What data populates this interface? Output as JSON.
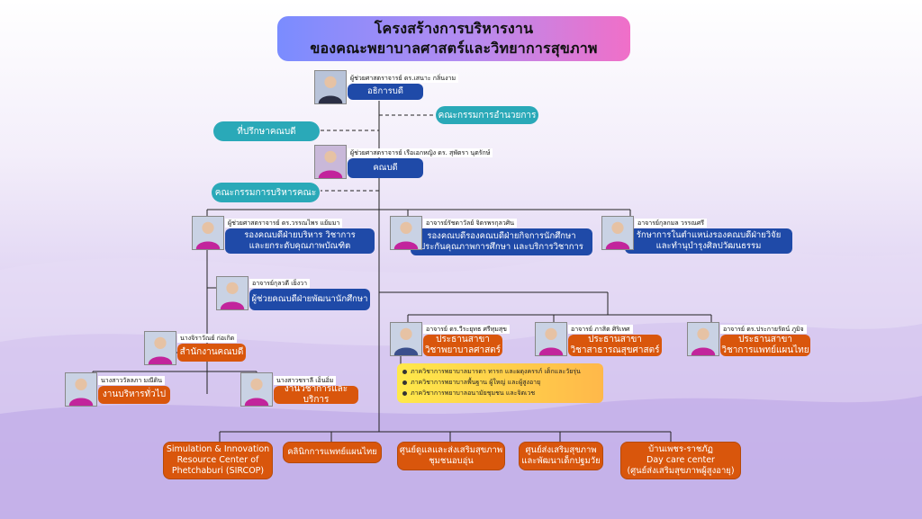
{
  "title": {
    "line1": "โครงสร้างการบริหารงาน",
    "line2": "ของคณะพยาบาลศาสตร์และวิทยาการสุขภาพ"
  },
  "president": {
    "name": "ผู้ช่วยศาสตราจารย์ ดร.เสนาะ กลิ่นงาม",
    "role": "อธิการบดี"
  },
  "university_committee": "คณะกรรมการอำนวยการ",
  "dean_advisor": "ที่ปรึกษาคณบดี",
  "dean": {
    "name": "ผู้ช่วยศาสตราจารย์ เรือเอกหญิง ดร. สุพัตรา นุตรักษ์",
    "role": "คณบดี"
  },
  "faculty_committee": "คณะกรรมการบริหารคณะ",
  "vice_deans": [
    {
      "name": "ผู้ช่วยศาสตราจารย์ ดร.วรรณไพร แย้มมา",
      "role_line1": "รองคณบดีฝ่ายบริหาร วิชาการ",
      "role_line2": "และยกระดับคุณภาพบัณฑิต"
    },
    {
      "name": "อาจารย์รัชดาวัลย์ จิตรพรกุลวศิน",
      "role_line1": "รองคณบดีรองคณบดีฝ่ายกิจการนักศึกษา",
      "role_line2": "ประกันคุณภาพการศึกษา และบริการวิชาการ"
    },
    {
      "name": "อาจารย์กุลกมล วรรณศรี",
      "role_line1": "รักษาการในตำแหน่งรองคณบดีฝ่ายวิจัย",
      "role_line2": "และทำนุบำรุงศิลปวัฒนธรรม"
    }
  ],
  "assistant_dean": {
    "name": "อาจารย์กุลวดี เย็งวา",
    "role": "ผู้ช่วยคณบดีฝ่ายพัฒนานักศึกษา"
  },
  "office_head": {
    "name": "นางจิราวัณย์ ก่อเกิด",
    "role": "สำนักงานคณบดี"
  },
  "general_admin": {
    "name": "นางสาววัลลภา มณีดิน",
    "role": "งานบริหารทั่วไป"
  },
  "academic_service": {
    "name": "นางสาวชราลี เอ็นอิ่ม",
    "role": "งานวิชาการและบริการ"
  },
  "program_chairs": [
    {
      "name": "อาจารย์ ดร.วีระยุทธ ศรีทุมสุข",
      "role_line1": "ประธานสาขา",
      "role_line2": "วิชาพยาบาลศาสตร์"
    },
    {
      "name": "อาจารย์ ภาสิต ศิริเทศ",
      "role_line1": "ประธานสาขา",
      "role_line2": "วิชาสาธารณสุขศาสตร์"
    },
    {
      "name": "อาจารย์ ดร.ประกายรัตน์ ภูมิจ",
      "role_line1": "ประธานสาขา",
      "role_line2": "วิชาการแพทย์แผนไทย"
    }
  ],
  "nursing_departments": [
    "ภาควิชาการพยาบาลมารดา ทารก และผดุงครรภ์ เด็กและวัยรุ่น",
    "ภาควิชาการพยาบาลพื้นฐาน ผู้ใหญ่ และผู้สูงอายุ",
    "ภาควิชาการพยาบาลอนามัยชุมชน และจิตเวช"
  ],
  "units": [
    {
      "line1": "Simulation & Innovation",
      "line2": "Resource Center of",
      "line3": "Phetchaburi (SIRCOP)"
    },
    {
      "line1": "คลินิกการแพทย์แผนไทย",
      "line2": "",
      "line3": ""
    },
    {
      "line1": "ศูนย์ดูแลและส่งเสริมสุขภาพ",
      "line2": "ชุมชนอบอุ่น",
      "line3": ""
    },
    {
      "line1": "ศูนย์ส่งเสริมสุขภาพ",
      "line2": "และพัฒนาเด็กปฐมวัย",
      "line3": ""
    },
    {
      "line1": "บ้านเพชร-ราชภัฏ",
      "line2": "Day care center",
      "line3": "(ศูนย์ส่งเสริมสุขภาพผู้สูงอายุ)"
    }
  ],
  "colors": {
    "navy": "#1f4aa8",
    "teal": "#2aa9b8",
    "orange": "#d9560c",
    "title_gradient_start": "#7a8cff",
    "title_gradient_end": "#f06fc8"
  },
  "icons": [
    "person-photo-icon"
  ]
}
